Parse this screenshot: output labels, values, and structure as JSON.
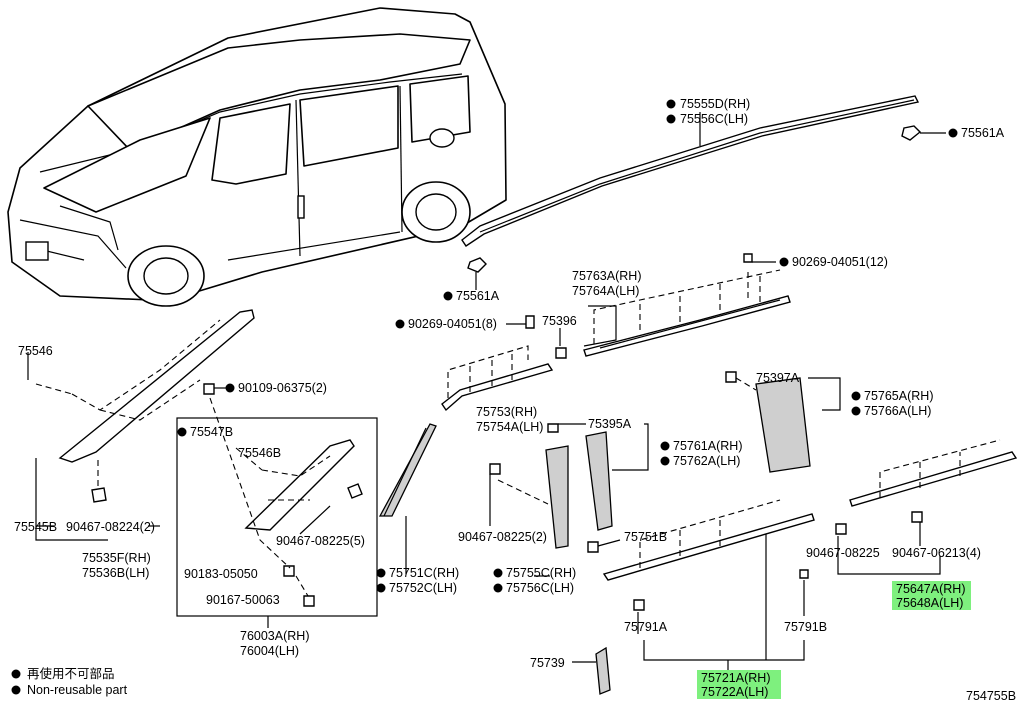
{
  "callouts": {
    "c75555": [
      "75555D(RH)",
      "75556C(LH)"
    ],
    "c75561a_top": "75561A",
    "c75561a_mid": "75561A",
    "c90269_12": "90269-04051(12)",
    "c75763": [
      "75763A(RH)",
      "75764A(LH)"
    ],
    "c75396": "75396",
    "c90269_8": "90269-04051(8)",
    "c75546": "75546",
    "c90109": "90109-06375(2)",
    "c75547b": "75547B",
    "c75546b": "75546B",
    "c75753": [
      "75753(RH)",
      "75754A(LH)"
    ],
    "c75395a": "75395A",
    "c75397a": "75397A",
    "c75765": [
      "75765A(RH)",
      "75766A(LH)"
    ],
    "c75761": [
      "75761A(RH)",
      "75762A(LH)"
    ],
    "c75545b": "75545B",
    "c90467_2a": "90467-08224(2)",
    "c75535": [
      "75535F(RH)",
      "75536B(LH)"
    ],
    "c90467_5": "90467-08225(5)",
    "c90467_2b": "90467-08225(2)",
    "c75751b": "75751B",
    "c90467_single": "90467-08225",
    "c90467_4": "90467-06213(4)",
    "c90183": "90183-05050",
    "c90167": "90167-50063",
    "c75751c": [
      "75751C(RH)",
      "75752C(LH)"
    ],
    "c75755": [
      "75755C(RH)",
      "75756C(LH)"
    ],
    "c75647": [
      "75647A(RH)",
      "75648A(LH)"
    ],
    "c75791a": "75791A",
    "c75791b": "75791B",
    "c76003": [
      "76003A(RH)",
      "76004(LH)"
    ],
    "c75739": "75739",
    "c75721": [
      "75721A(RH)",
      "75722A(LH)"
    ]
  },
  "legend": {
    "line1": "再使用不可部品",
    "line2": "Non-reusable part"
  },
  "figure_id": "754755B",
  "colors": {
    "highlight": "#7ef07e",
    "ink": "#000000",
    "part_fill": "#cfcfcf"
  }
}
